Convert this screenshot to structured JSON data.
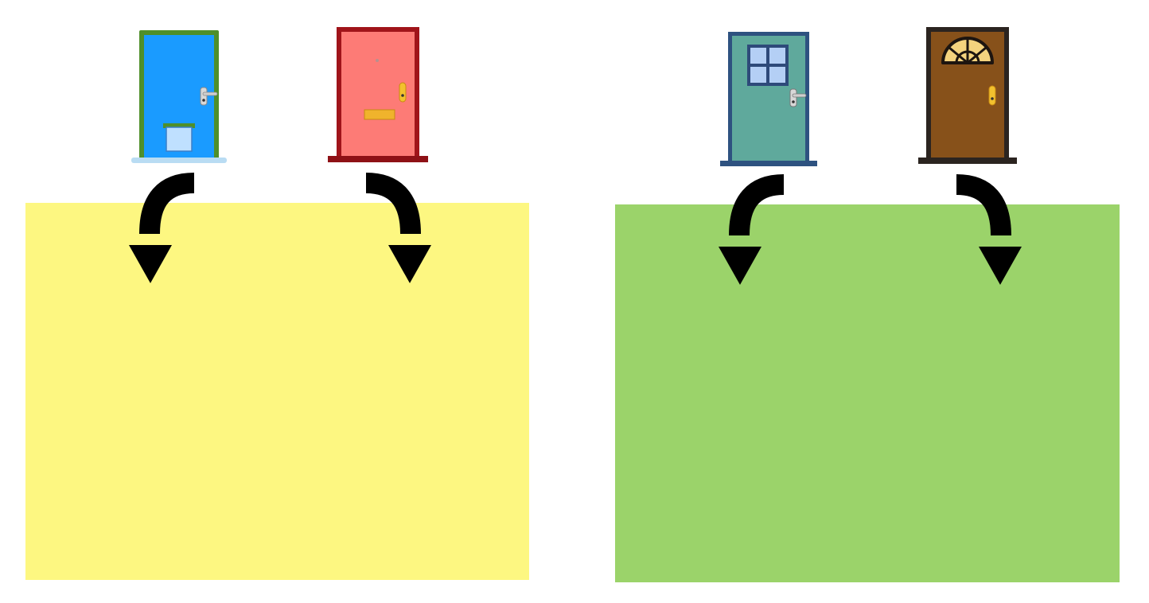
{
  "panels": [
    {
      "name": "left-sort-area",
      "color": "#fdf781"
    },
    {
      "name": "right-sort-area",
      "color": "#9bd36a"
    }
  ],
  "doors": [
    {
      "name": "blue-door",
      "door_color": "#1a9bff",
      "frame_color": "#4f8f2a",
      "features": [
        "handle",
        "pet-flap",
        "step"
      ]
    },
    {
      "name": "red-door",
      "door_color": "#fd7b76",
      "frame_color": "#a0141a",
      "features": [
        "handle",
        "peephole",
        "letterbox",
        "step"
      ]
    },
    {
      "name": "teal-door",
      "door_color": "#5fa99c",
      "frame_color": "#2e5280",
      "features": [
        "handle",
        "four-pane-window",
        "step"
      ]
    },
    {
      "name": "brown-door",
      "door_color": "#87511a",
      "frame_color": "#2b2420",
      "features": [
        "handle",
        "fanlight-window",
        "step"
      ]
    }
  ],
  "arrows": [
    {
      "name": "curved-arrow-left",
      "direction": "down-left"
    },
    {
      "name": "curved-arrow-right",
      "direction": "down-right"
    },
    {
      "name": "curved-arrow-left",
      "direction": "down-left"
    },
    {
      "name": "curved-arrow-right",
      "direction": "down-right"
    }
  ],
  "colors": {
    "arrow": "#000000",
    "background": "#ffffff"
  }
}
